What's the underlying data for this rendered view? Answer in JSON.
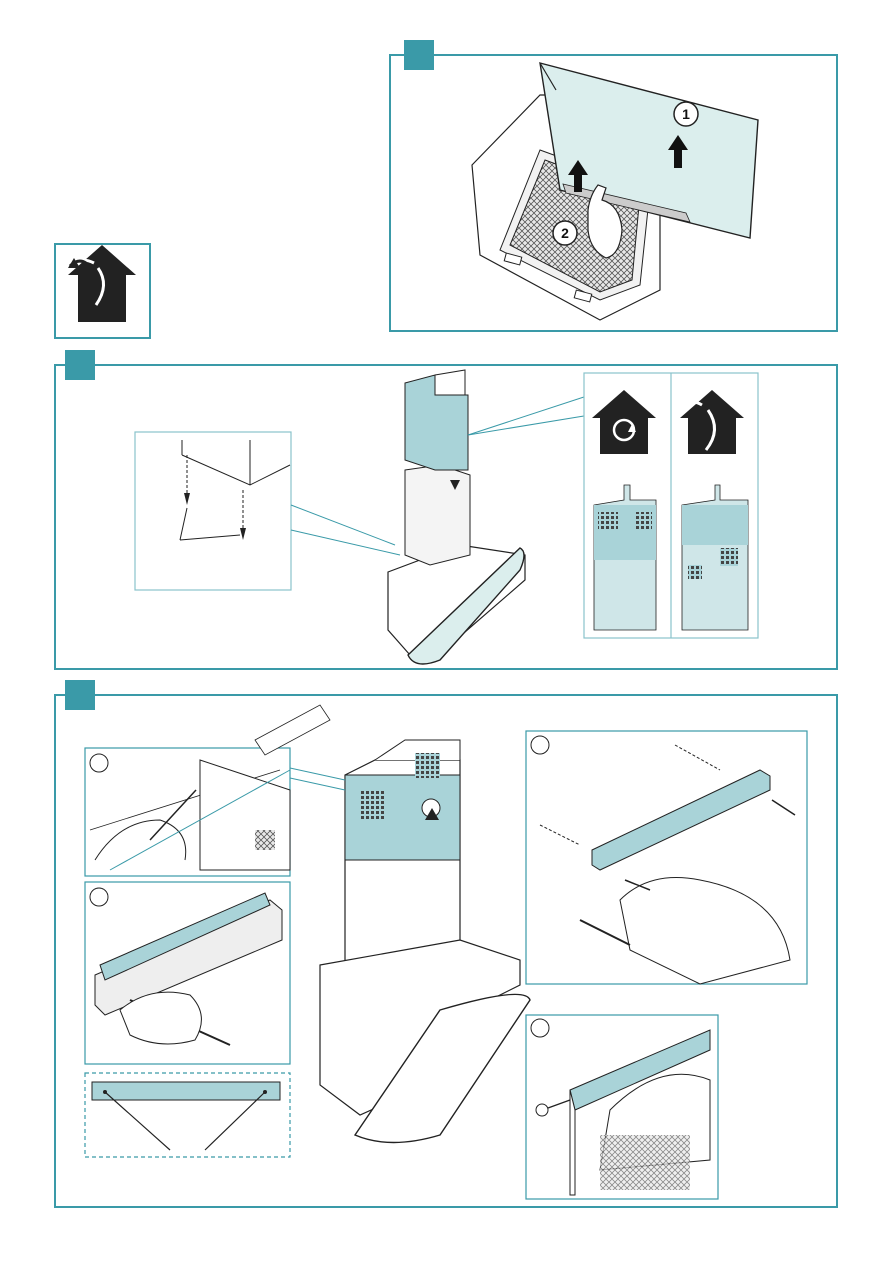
{
  "colors": {
    "accent": "#3a9aa8",
    "light_teal": "#a9d3d8",
    "glass": "#dbeeed",
    "line": "#222222"
  },
  "icons": [
    "house-ducted-icon",
    "house-recirculation-icon"
  ],
  "panels": [
    {
      "id": "filter-removal",
      "steps": [
        "1",
        "2"
      ]
    },
    {
      "id": "chimney-mounting",
      "icons": [
        "house-recirculation-icon",
        "house-ducted-icon"
      ]
    },
    {
      "id": "bracket-installation",
      "substeps": [
        "",
        "",
        "",
        ""
      ]
    }
  ]
}
